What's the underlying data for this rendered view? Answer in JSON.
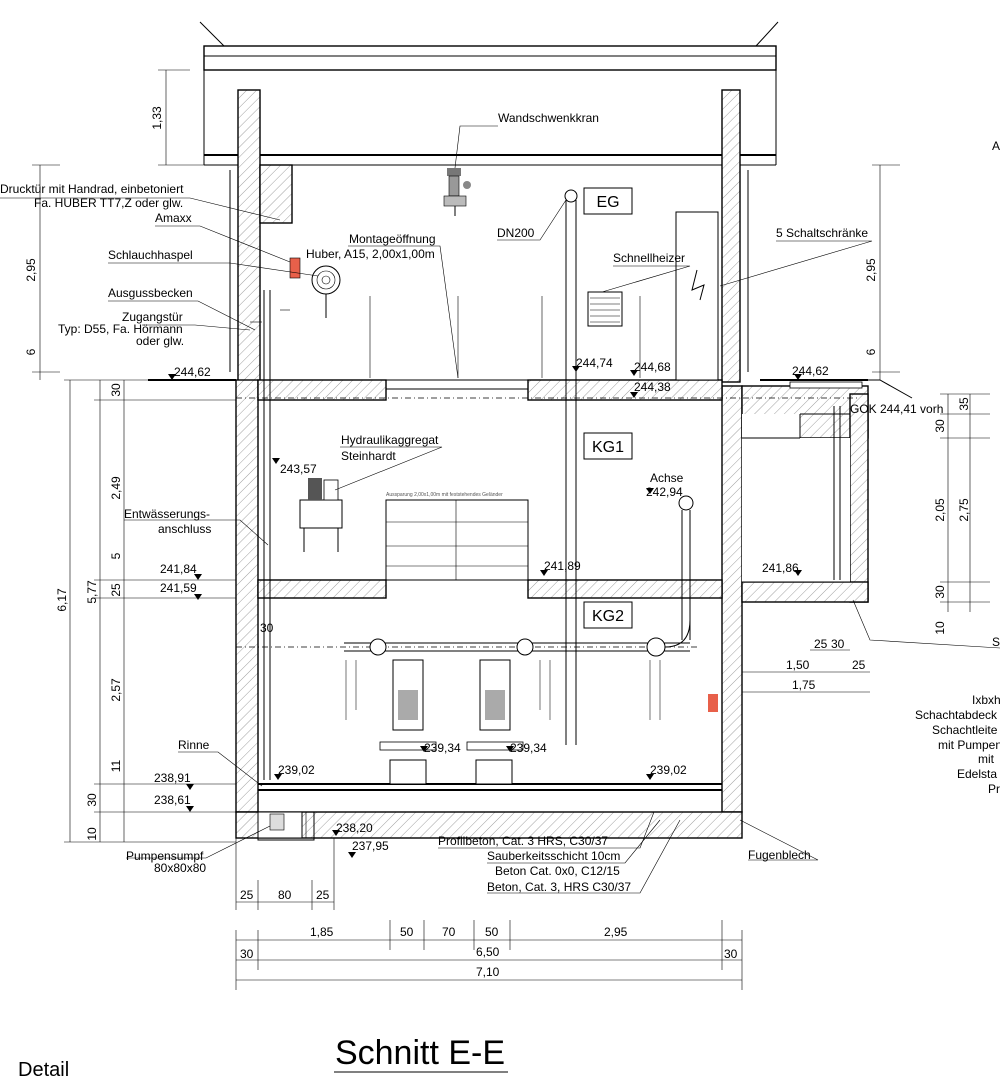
{
  "title": "Schnitt E-E",
  "detail_label": "Detail",
  "rooms": [
    "EG",
    "KG1",
    "KG2"
  ],
  "labels": {
    "wandschwenkkran": "Wandschwenkkran",
    "drucktuer_1": "Drucktür mit Handrad, einbetoniert",
    "drucktuer_2": "Fa. HUBER TT7,Z oder glw.",
    "amaxx": "Amaxx",
    "schlauchhaspel": "Schlauchhaspel",
    "montage_1": "Montageöffnung",
    "montage_2": "Huber, A15, 2,00x1,00m",
    "ausgussbecken": "Ausgussbecken",
    "zugang_1": "Zugangstür",
    "zugang_2": "Typ: D55, Fa. Hörmann",
    "zugang_3": "oder glw.",
    "dn200": "DN200",
    "schnellheizer": "Schnellheizer",
    "schaltschraenke": "5 Schaltschränke",
    "hydraulik_1": "Hydraulikaggregat",
    "hydraulik_2": "Steinhardt",
    "entwaesserung_1": "Entwässerungs-",
    "entwaesserung_2": "anschluss",
    "achse": "Achse",
    "aussparung": "Aussparung 2,00x1,00m mit feststehendes Geländer",
    "gok": "GOK 244,41 vorh",
    "rinne": "Rinne",
    "pumpensumpf_1": "Pumpensumpf",
    "pumpensumpf_2": "80x80x80",
    "profilbeton": "Profilbeton, Cat. 3 HRS, C30/37",
    "sauberkeit": "Sauberkeitsschicht 10cm",
    "beton_c12": "Beton Cat. 0x0, C12/15",
    "beton_c30": "Beton, Cat. 3, HRS C30/37",
    "fugenblech": "Fugenblech",
    "right_a": "A",
    "right_s": "S",
    "right_note": [
      "Ixbxh",
      "Schachtabdeck",
      "Schachtleite",
      "mit Pumpen",
      "mit",
      "Edelsta",
      "Pr"
    ]
  },
  "levels": {
    "l_244_62_left": "244,62",
    "l_244_74": "244,74",
    "l_244_68": "244,68",
    "l_244_38": "244,38",
    "l_244_62_right": "244,62",
    "l_243_57": "243,57",
    "l_242_94": "242,94",
    "l_241_84": "241,84",
    "l_241_59": "241,59",
    "l_241_89": "241,89",
    "l_241_86": "241,86",
    "l_239_34_a": "239,34",
    "l_239_34_b": "239,34",
    "l_239_02_a": "239,02",
    "l_239_02_b": "239,02",
    "l_238_91": "238,91",
    "l_238_61": "238,61",
    "l_238_20": "238,20",
    "l_237_95": "237,95"
  },
  "dims": {
    "d_1_33": "1,33",
    "d_2_95_l": "2,95",
    "d_6_l": "6",
    "d_2_95_r": "2,95",
    "d_6_r": "6",
    "d_30_a": "30",
    "d_2_49": "2,49",
    "d_5": "5",
    "d_25_a": "25",
    "d_5_77": "5,77",
    "d_6_17": "6,17",
    "d_2_57": "2,57",
    "d_11": "11",
    "d_30_b": "30",
    "d_10": "10",
    "d_30_inner": "30",
    "d_25_b": "25",
    "d_80": "80",
    "d_25_c": "25",
    "d_1_85": "1,85",
    "d_50_a": "50",
    "d_70": "70",
    "d_50_b": "50",
    "d_2_95_b": "2,95",
    "d_30_l": "30",
    "d_6_50": "6,50",
    "d_30_r": "30",
    "d_7_10": "7,10",
    "d_35": "35",
    "d_30_r1": "30",
    "d_2_05": "2,05",
    "d_2_75": "2,75",
    "d_30_r2": "30",
    "d_10_r": "10",
    "d_25_s": "25",
    "d_30_s": "30",
    "d_1_50": "1,50",
    "d_25_t": "25",
    "d_1_75": "1,75"
  }
}
